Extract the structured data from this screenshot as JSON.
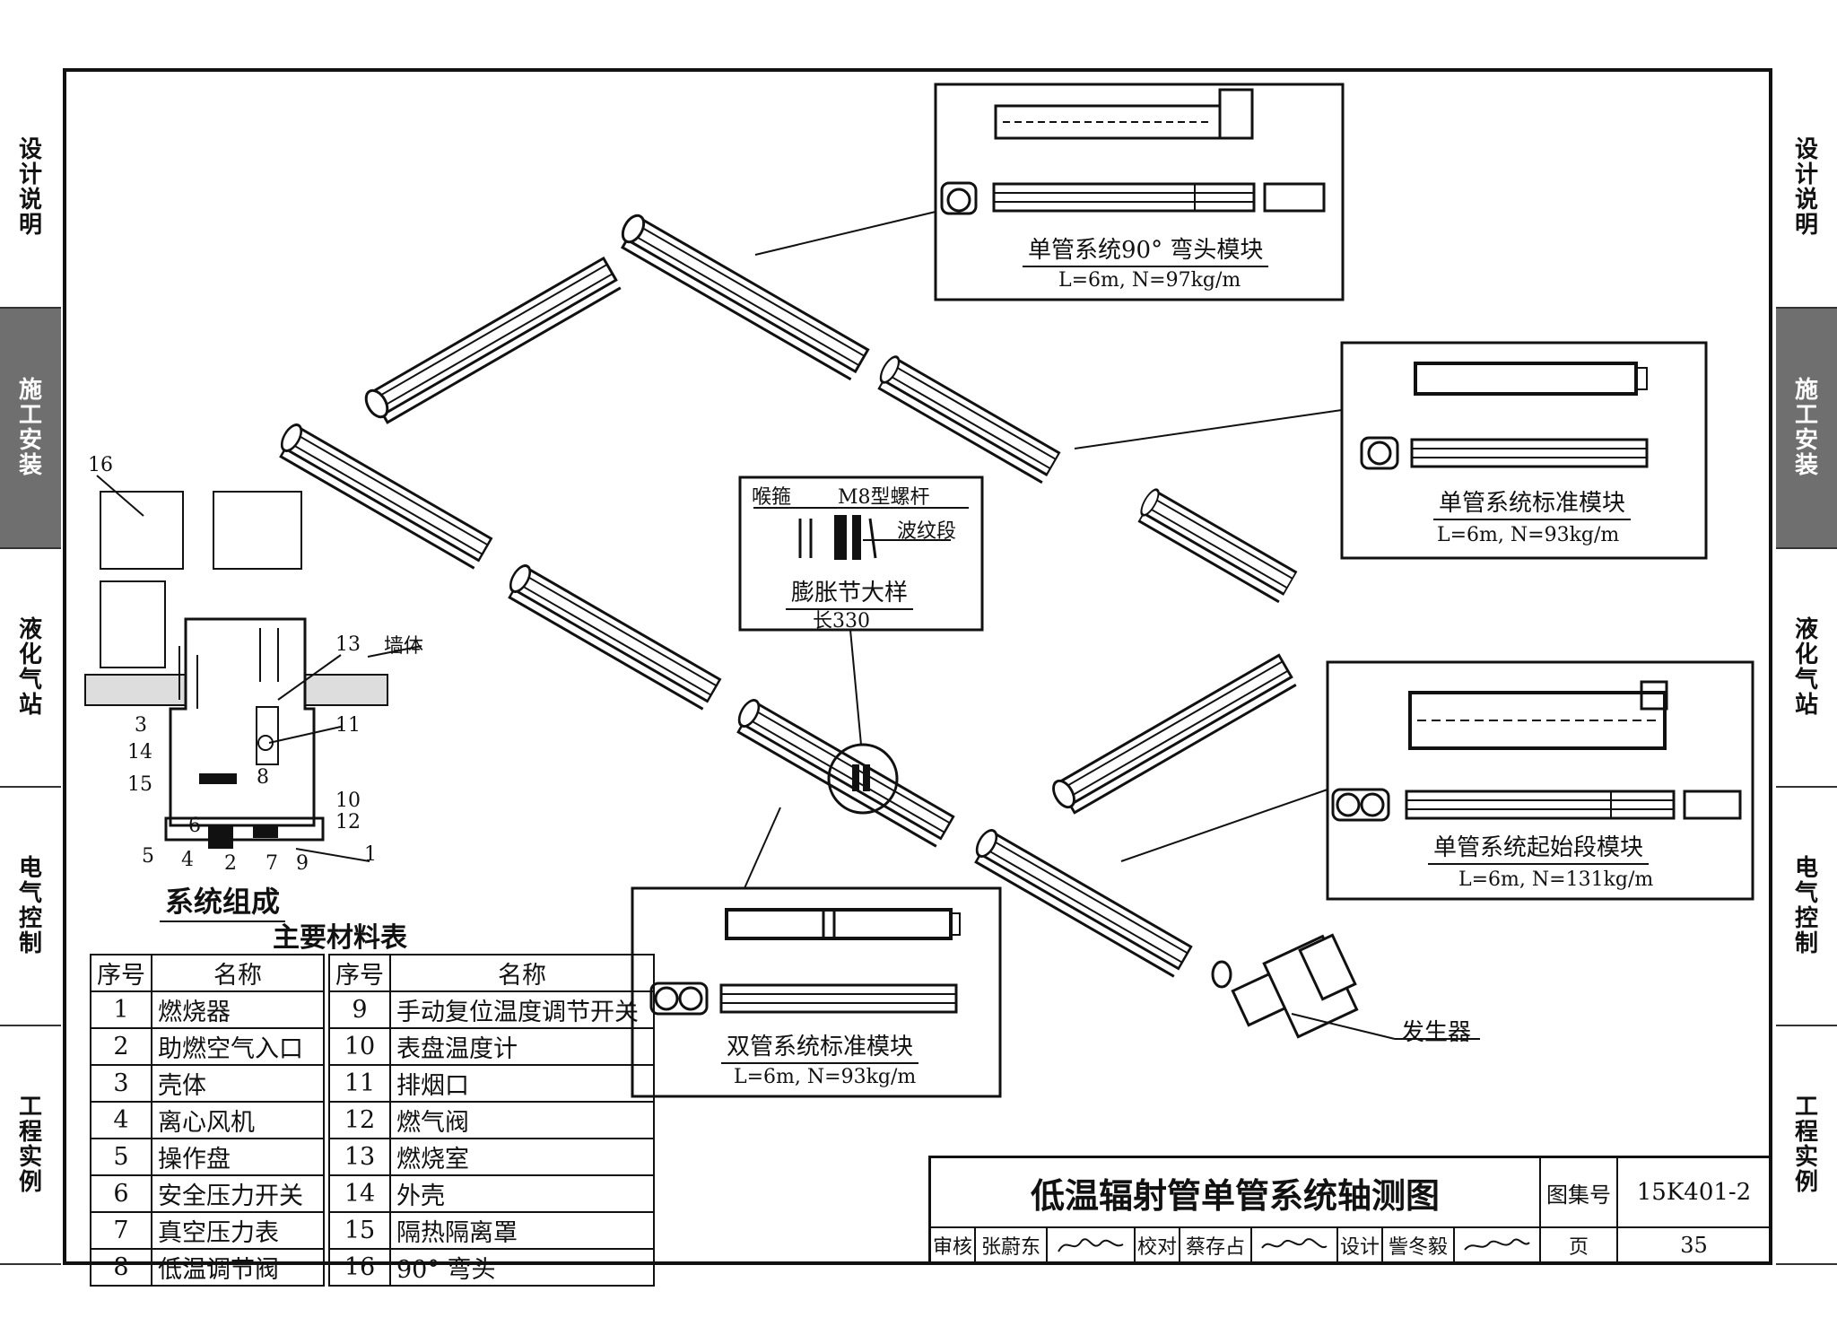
{
  "side_tabs": [
    {
      "label": "设计说明",
      "active": false
    },
    {
      "label": "施工安装",
      "active": true
    },
    {
      "label": "液化气站",
      "active": false
    },
    {
      "label": "电气控制",
      "active": false
    },
    {
      "label": "工程实例",
      "active": false
    }
  ],
  "modules": {
    "elbow": {
      "title": "单管系统90° 弯头模块",
      "spec": "L=6m, N=97kg/m"
    },
    "standard": {
      "title": "单管系统标准模块",
      "spec": "L=6m, N=93kg/m"
    },
    "start": {
      "title": "单管系统起始段模块",
      "spec": "L=6m, N=131kg/m"
    },
    "double": {
      "title": "双管系统标准模块",
      "spec": "L=6m, N=93kg/m"
    }
  },
  "expansion_joint": {
    "clamp": "喉箍",
    "bolt": "M8型螺杆",
    "corrugated": "波纹段",
    "title": "膨胀节大样",
    "length": "长330"
  },
  "generator_label": "发生器",
  "system": {
    "title": "系统组成",
    "wall_label": "墙体",
    "callouts": [
      "1",
      "2",
      "3",
      "4",
      "5",
      "6",
      "7",
      "8",
      "9",
      "10",
      "11",
      "12",
      "13",
      "14",
      "15",
      "16"
    ]
  },
  "materials": {
    "title": "主要材料表",
    "header": {
      "no": "序号",
      "name": "名称"
    },
    "left": [
      {
        "no": "1",
        "name": "燃烧器"
      },
      {
        "no": "2",
        "name": "助燃空气入口"
      },
      {
        "no": "3",
        "name": "壳体"
      },
      {
        "no": "4",
        "name": "离心风机"
      },
      {
        "no": "5",
        "name": "操作盘"
      },
      {
        "no": "6",
        "name": "安全压力开关"
      },
      {
        "no": "7",
        "name": "真空压力表"
      },
      {
        "no": "8",
        "name": "低温调节阀"
      }
    ],
    "right": [
      {
        "no": "9",
        "name": "手动复位温度调节开关"
      },
      {
        "no": "10",
        "name": "表盘温度计"
      },
      {
        "no": "11",
        "name": "排烟口"
      },
      {
        "no": "12",
        "name": "燃气阀"
      },
      {
        "no": "13",
        "name": "燃烧室"
      },
      {
        "no": "14",
        "name": "外壳"
      },
      {
        "no": "15",
        "name": "隔热隔离罩"
      },
      {
        "no": "16",
        "name": "90° 弯头"
      }
    ]
  },
  "title_block": {
    "drawing_title": "低温辐射管单管系统轴测图",
    "atlas_label": "图集号",
    "atlas_no": "15K401-2",
    "review_label": "审核",
    "reviewer": "张蔚东",
    "check_label": "校对",
    "checker": "蔡存占",
    "design_label": "设计",
    "designer": "訾冬毅",
    "page_label": "页",
    "page_no": "35"
  }
}
